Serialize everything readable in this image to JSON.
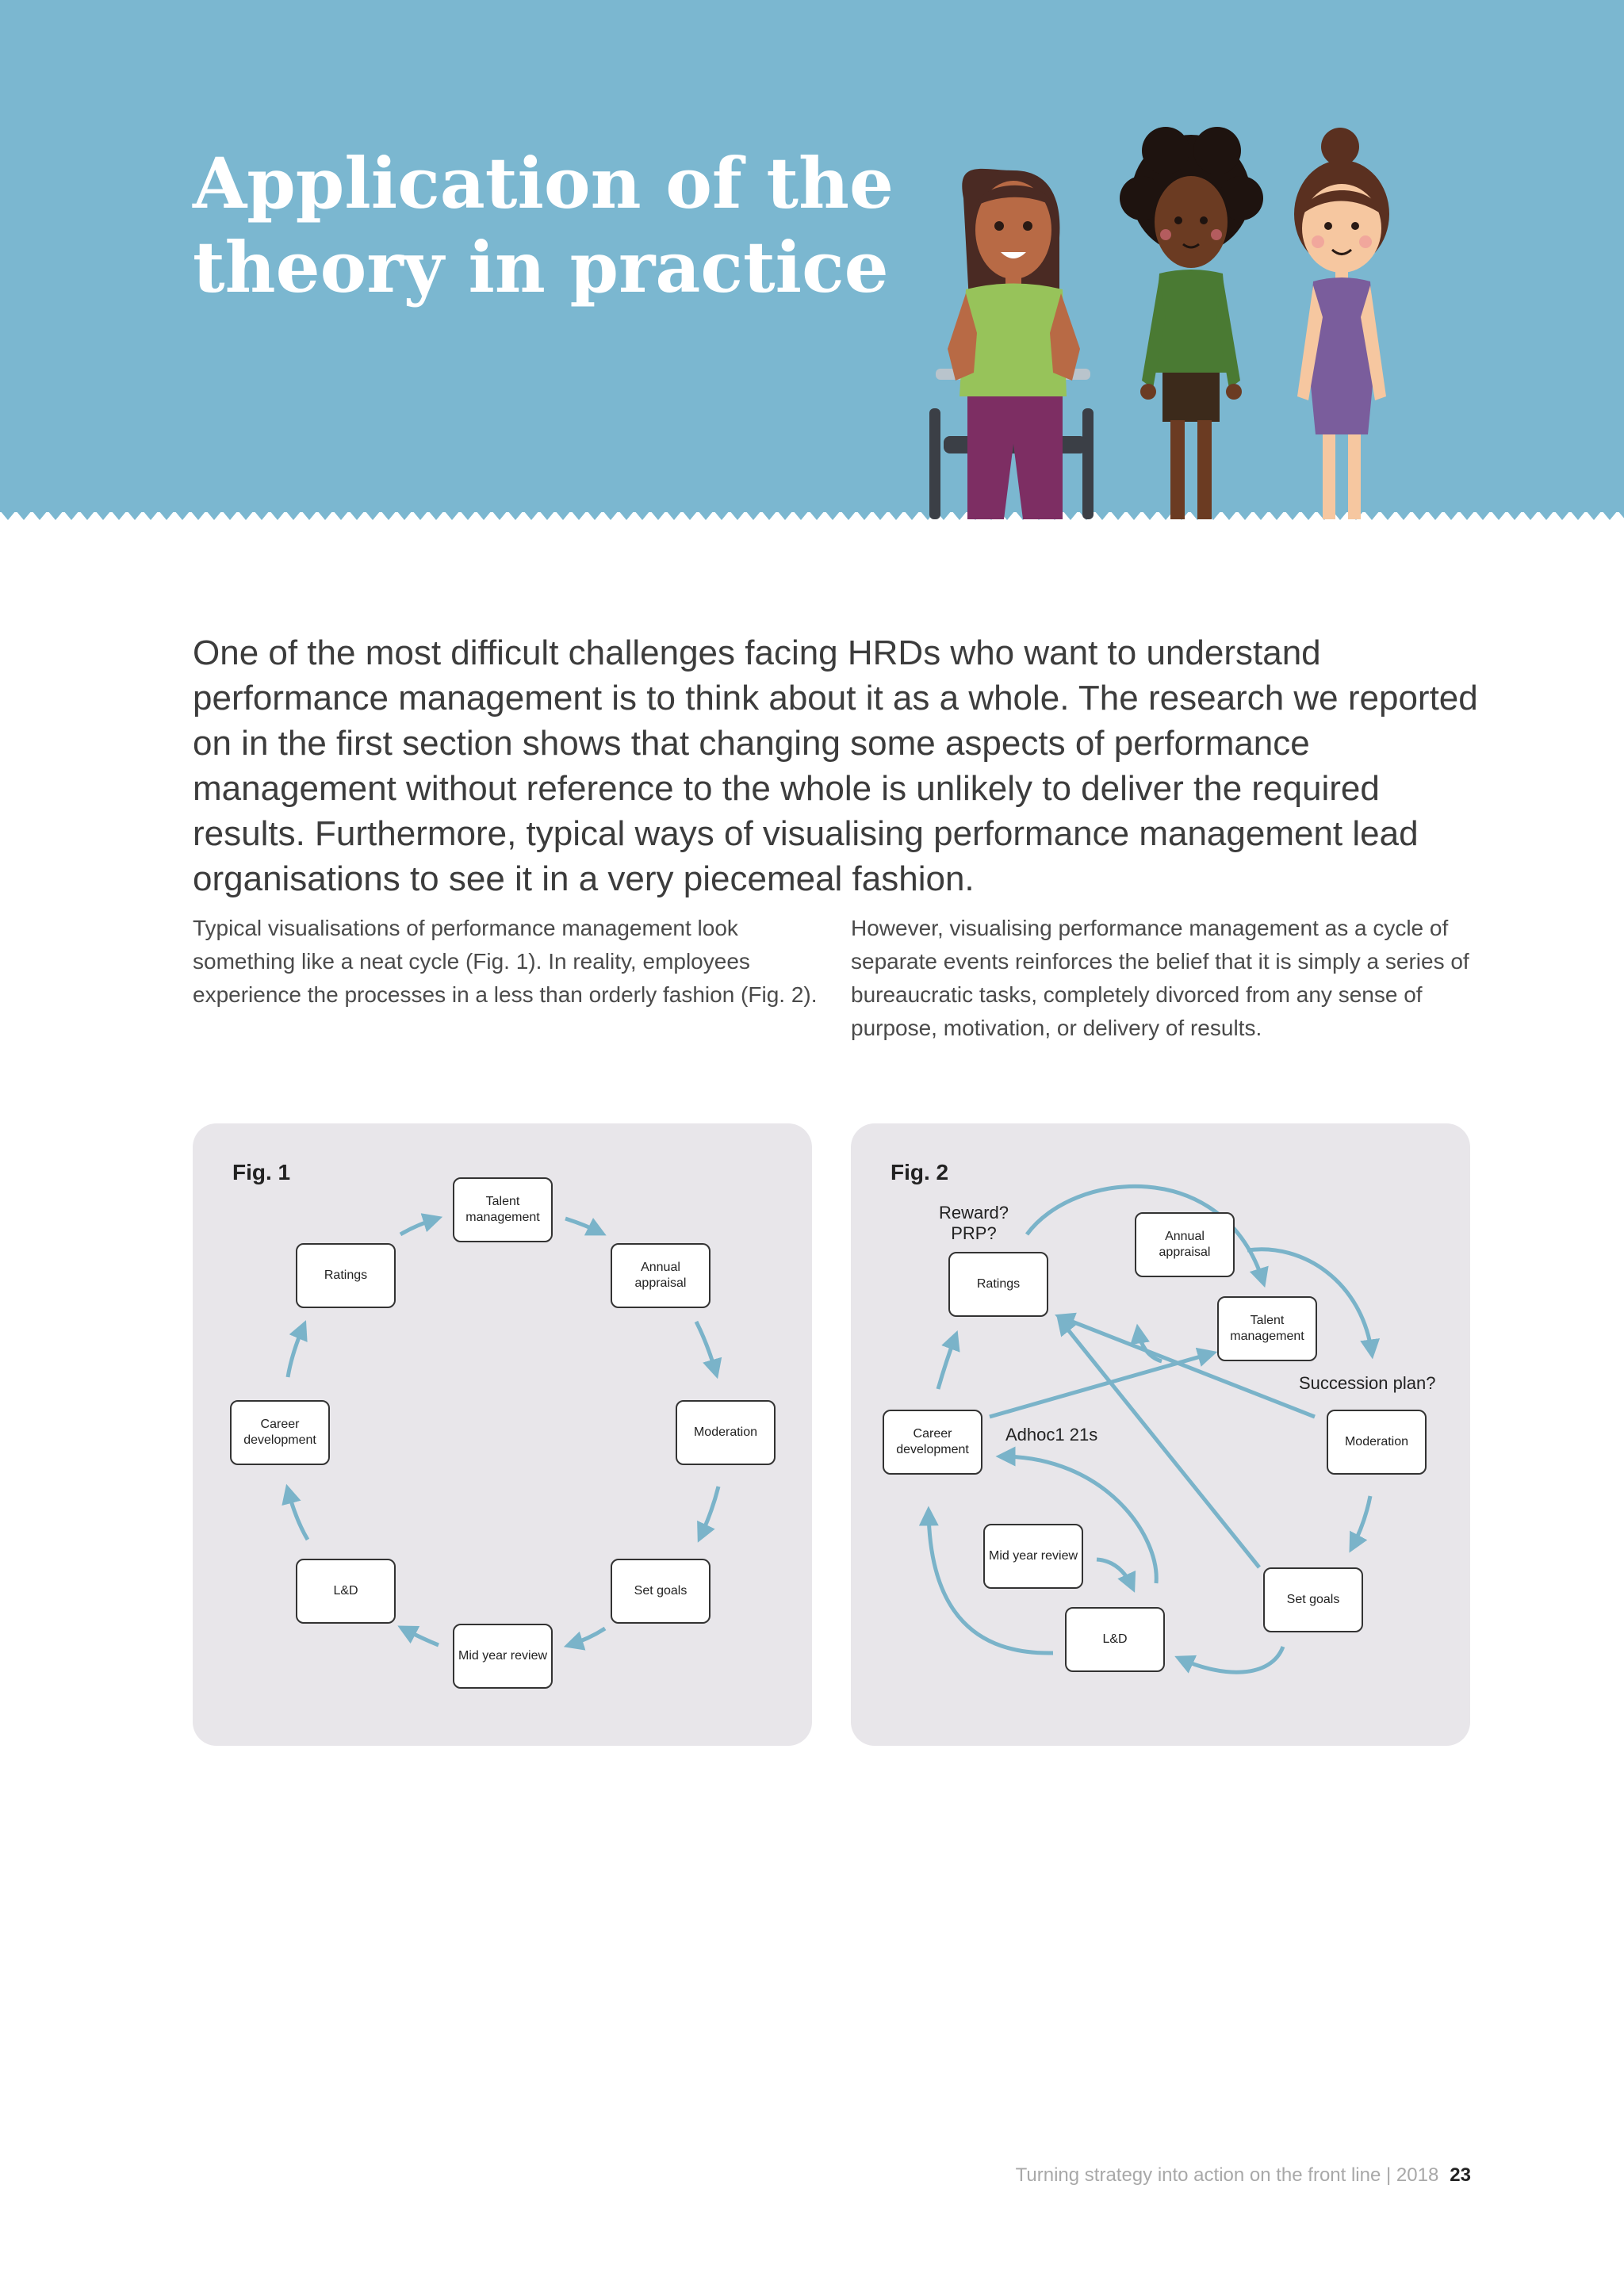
{
  "banner": {
    "title_line1": "Application of the",
    "title_line2": "theory in practice",
    "background_color": "#7bb7d0",
    "illustration": "three-women-illustration"
  },
  "lead_paragraph": "One of the most difficult challenges facing HRDs who want to understand performance management is to think about it as a whole. The research we reported on in the first section shows that changing some aspects of performance management without reference to the whole is unlikely to deliver the required results. Furthermore, typical ways of visualising performance management lead organisations to see it in a very piecemeal fashion.",
  "columns": {
    "left": "Typical visualisations of performance management look something like a neat cycle (Fig. 1). In reality, employees experience the processes in a less than orderly fashion (Fig. 2).",
    "right": "However, visualising performance management as a cycle of separate events reinforces the belief that it is simply a series of bureaucratic tasks, completely divorced from any sense of purpose, motivation, or delivery of results."
  },
  "fig1": {
    "label": "Fig. 1",
    "nodes": {
      "talent": "Talent management",
      "annual": "Annual appraisal",
      "moderation": "Moderation",
      "setgoals": "Set goals",
      "midyear": "Mid year review",
      "ld": "L&D",
      "career": "Career development",
      "ratings": "Ratings"
    }
  },
  "fig2": {
    "label": "Fig. 2",
    "nodes": {
      "ratings": "Ratings",
      "annual": "Annual appraisal",
      "talent": "Talent management",
      "career": "Career development",
      "moderation": "Moderation",
      "midyear": "Mid year review",
      "ld": "L&D",
      "setgoals": "Set goals"
    },
    "notes": {
      "reward": "Reward? PRP?",
      "succession": "Succession plan?",
      "adhoc": "Adhoc1 21s"
    }
  },
  "arrow_color": "#7ab3c9",
  "footer": {
    "text": "Turning strategy into action on the front line | 2018",
    "page": "23"
  }
}
